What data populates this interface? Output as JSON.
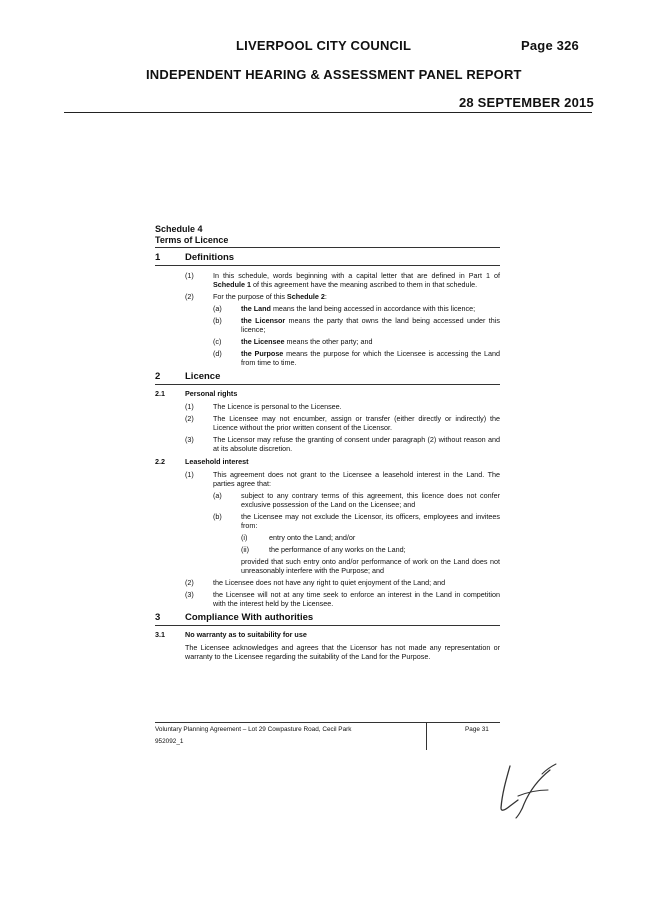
{
  "header": {
    "council": "LIVERPOOL CITY COUNCIL",
    "page": "Page 326",
    "report_title": "INDEPENDENT HEARING & ASSESSMENT PANEL REPORT",
    "date": "28 SEPTEMBER 2015"
  },
  "schedule": {
    "title": "Schedule 4",
    "subtitle": "Terms of Licence"
  },
  "s1": {
    "num": "1",
    "title": "Definitions",
    "p1_label": "(1)",
    "p1_a": "In this schedule, words beginning with a capital letter that are defined in Part 1 of ",
    "p1_b": "Schedule 1",
    "p1_c": " of this agreement have the meaning ascribed to them in that schedule.",
    "p2_label": "(2)",
    "p2_a": "For the purpose of this ",
    "p2_b": "Schedule 2",
    "p2_c": ":",
    "items": [
      {
        "label": "(a)",
        "term": "the Land",
        "text": " means the land being accessed in accordance with this licence;"
      },
      {
        "label": "(b)",
        "term": "the Licensor",
        "text": " means the party that owns the land being accessed under this licence;"
      },
      {
        "label": "(c)",
        "term": "the Licensee",
        "text": " means the other party; and"
      },
      {
        "label": "(d)",
        "term": "the Purpose",
        "text": " means the purpose for which the Licensee is accessing the Land from time to time."
      }
    ]
  },
  "s2": {
    "num": "2",
    "title": "Licence",
    "s21": {
      "num": "2.1",
      "title": "Personal rights",
      "items": [
        {
          "label": "(1)",
          "text": "The Licence is personal to the Licensee."
        },
        {
          "label": "(2)",
          "text": "The Licensee may not encumber, assign or transfer (either directly or indirectly) the Licence without the prior written consent of the Licensor."
        },
        {
          "label": "(3)",
          "text": "The Licensor may refuse the granting of consent under paragraph (2) without reason and at its absolute discretion."
        }
      ]
    },
    "s22": {
      "num": "2.2",
      "title": "Leasehold interest",
      "p1_label": "(1)",
      "p1_text": "This agreement does not grant to the Licensee a leasehold interest in the Land. The parties agree that:",
      "a_label": "(a)",
      "a_text": "subject to any contrary terms of this agreement, this licence does not confer exclusive possession of the Land on the Licensee; and",
      "b_label": "(b)",
      "b_text": "the Licensee may not exclude the Licensor, its officers, employees and invitees from:",
      "i_label": "(i)",
      "i_text": "entry onto the Land; and/or",
      "ii_label": "(ii)",
      "ii_text": "the performance of any works on the Land;",
      "proviso": "provided that such entry onto and/or performance of work on the Land does not unreasonably interfere with the Purpose; and",
      "p2_label": "(2)",
      "p2_text": "the Licensee does not have any right to quiet enjoyment of the Land; and",
      "p3_label": "(3)",
      "p3_text": "the Licensee will not at any time seek to enforce an interest in the Land in competition with the interest held by the Licensee."
    }
  },
  "s3": {
    "num": "3",
    "title": "Compliance With authorities",
    "s31": {
      "num": "3.1",
      "title": "No warranty as to suitability for use",
      "text": "The Licensee acknowledges and agrees that the Licensor has not made any representation or warranty to the Licensee regarding the suitability of the Land for the Purpose."
    }
  },
  "footer": {
    "agreement": "Voluntary Planning Agreement – Lot 29 Cowpasture Road, Cecil Park",
    "doc_id": "952092_1",
    "page": "Page 31"
  }
}
